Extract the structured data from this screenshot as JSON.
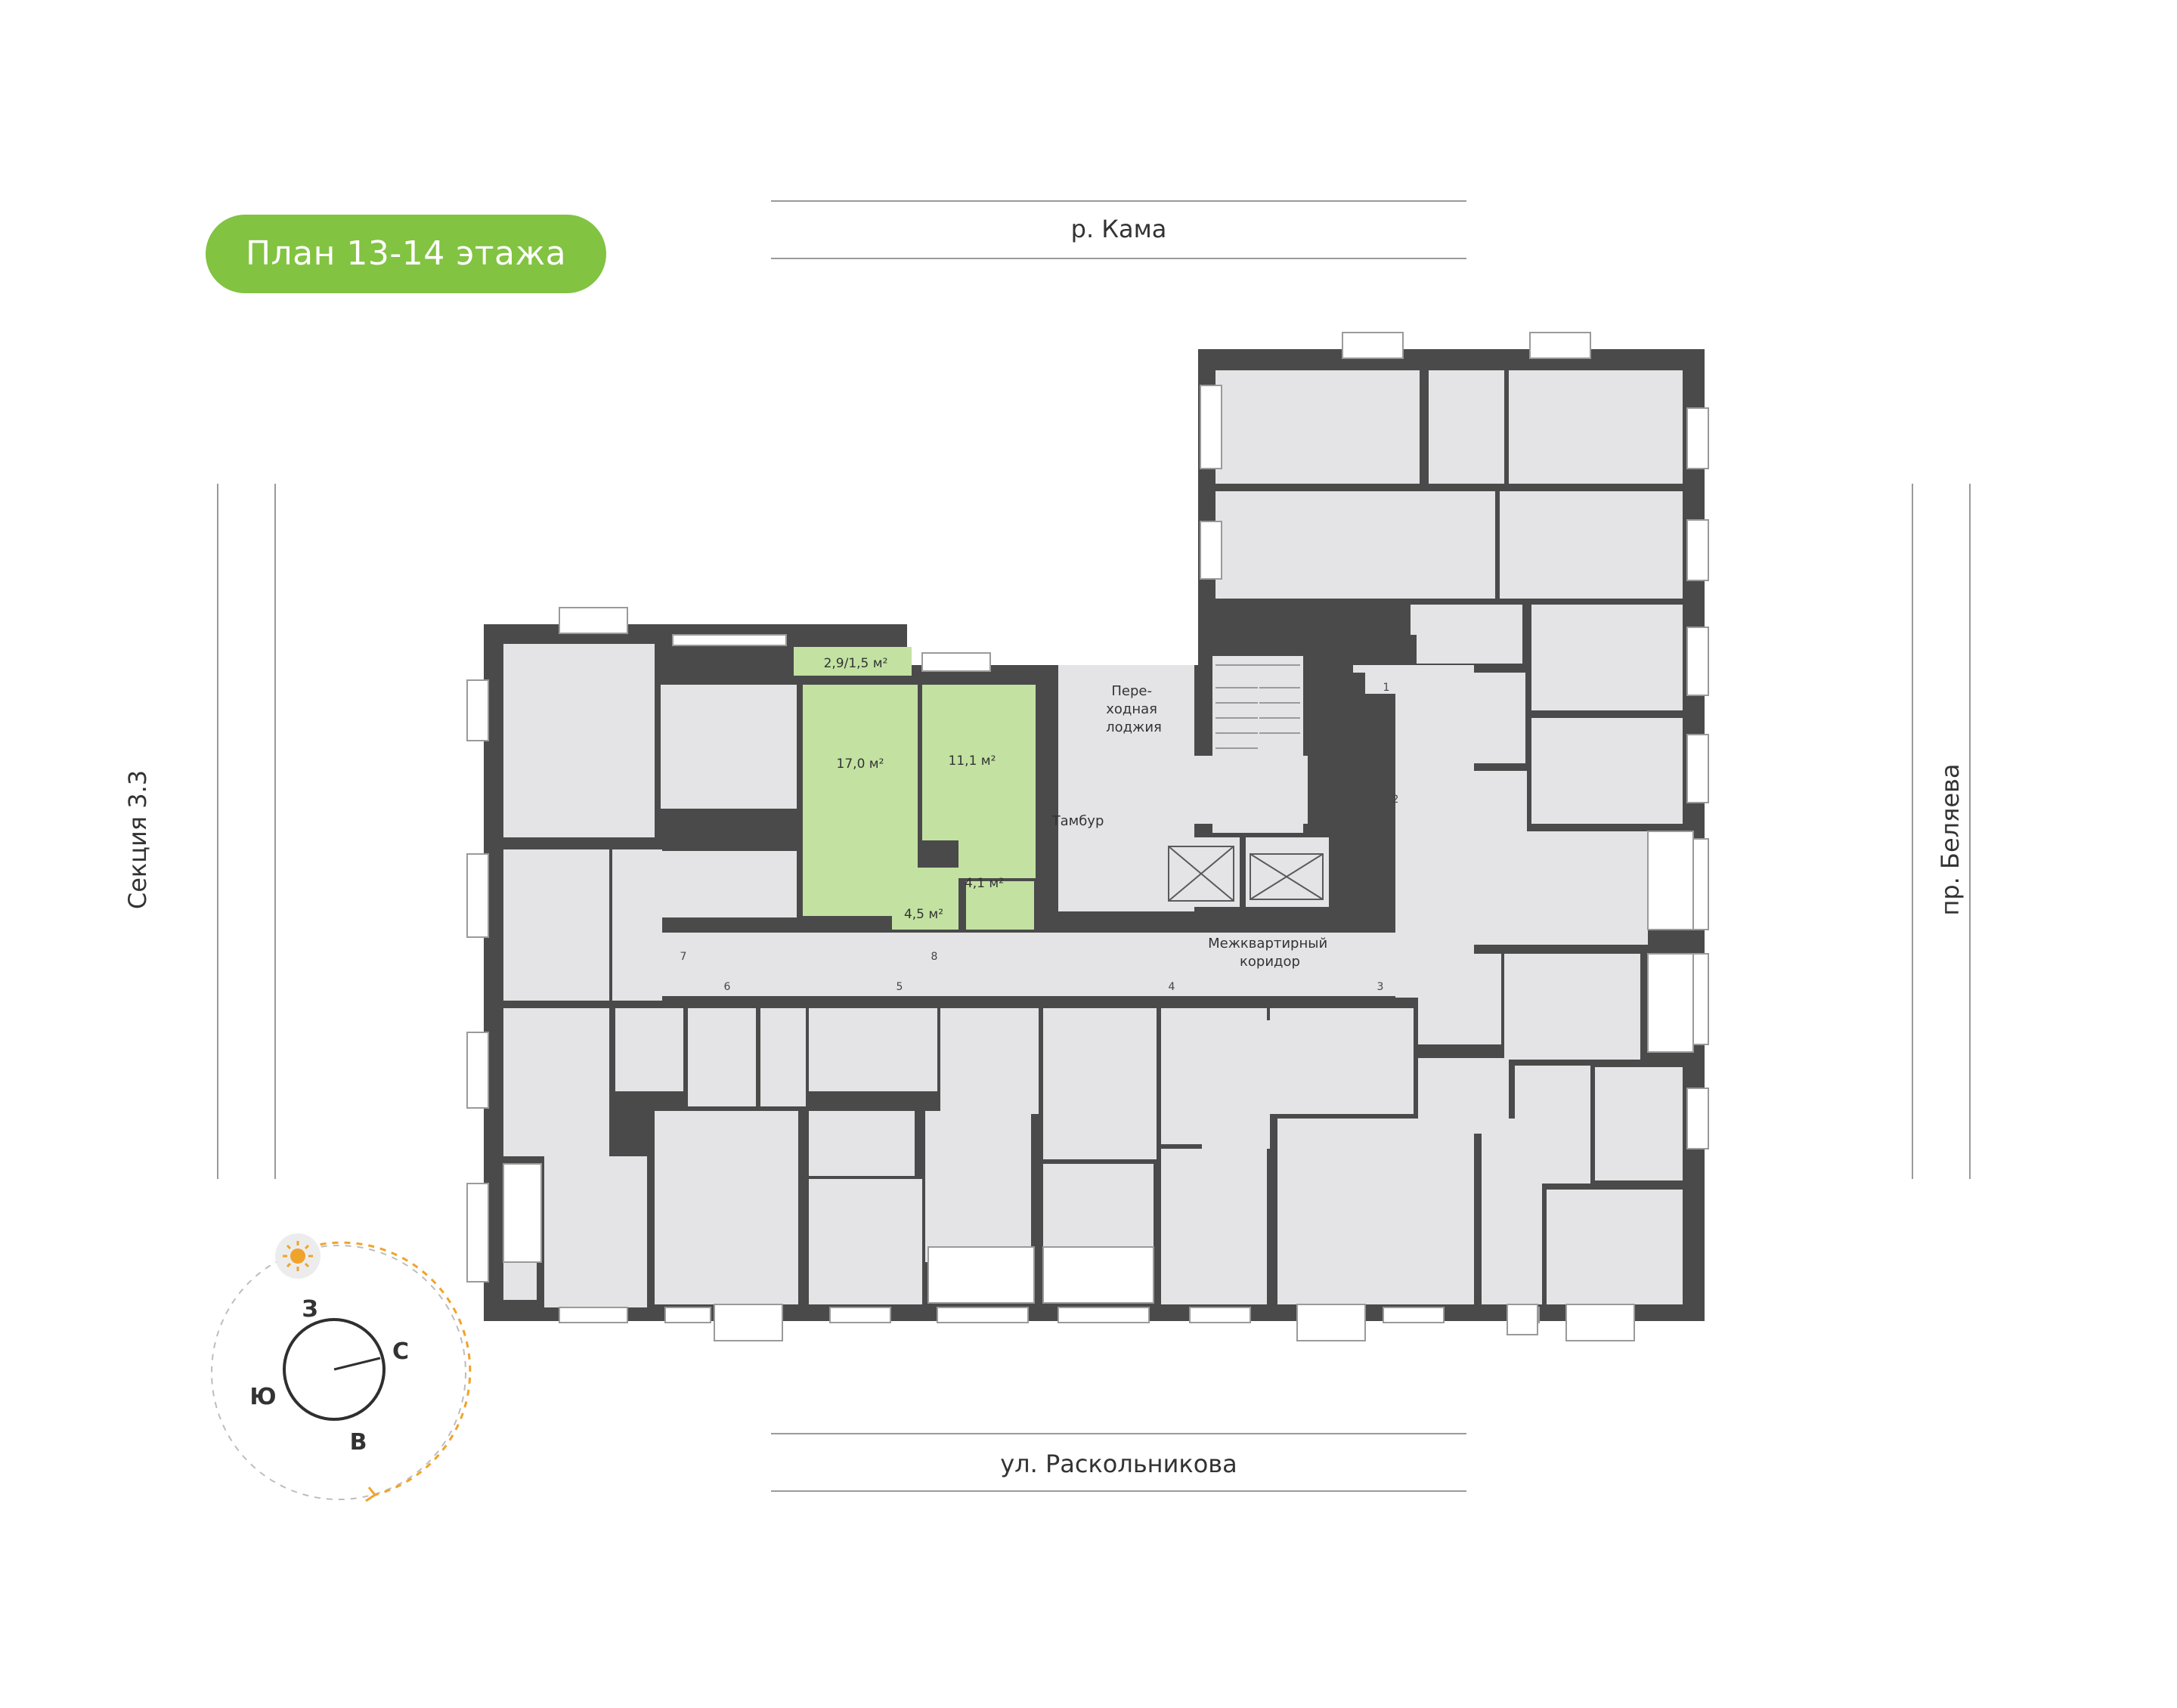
{
  "title": "План 13-14 этажа",
  "streets": {
    "top": "р. Кама",
    "bottom": "ул. Раскольникова",
    "left": "Секция 3.3",
    "right": "пр. Беляева"
  },
  "apartment_areas": {
    "loggia": "2,9/1,5 м²",
    "living_room": "17,0 м²",
    "kitchen": "11,1 м²",
    "bathroom": "4,1 м²",
    "hallway": "4,5 м²"
  },
  "common_areas": {
    "transition_loggia": "Пере-\nходная\nлоджия",
    "vestibule": "Тамбур",
    "corridor": "Межквартирный\nкоридор"
  },
  "door_numbers": [
    "1",
    "2",
    "3",
    "4",
    "5",
    "6",
    "7",
    "8"
  ],
  "compass": {
    "west": "З",
    "north": "С",
    "south": "Ю",
    "east": "В"
  },
  "colors": {
    "accent": "#82c341",
    "selected_fill": "#c3e2a2",
    "wall": "#4a4a4a",
    "room": "#e4e4e6",
    "sun_path": "#f0a32a"
  },
  "icons": [
    "sun-icon",
    "compass-dial-icon"
  ]
}
